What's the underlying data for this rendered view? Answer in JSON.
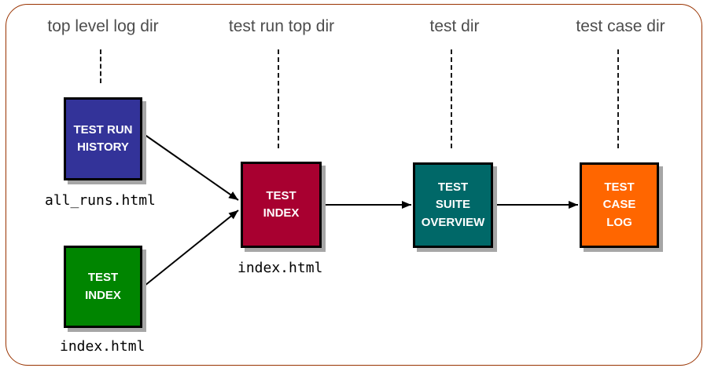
{
  "page": {
    "background_color": "#ffffff",
    "frame_border_color": "#993300",
    "box_shadow_color": "#a6a6a6",
    "arrow_color": "#000000"
  },
  "columns": [
    {
      "label": "top level log dir"
    },
    {
      "label": "test run top dir"
    },
    {
      "label": "test dir"
    },
    {
      "label": "test case dir"
    }
  ],
  "nodes": {
    "test_run_history": {
      "label": "TEST RUN\nHISTORY",
      "color": "#333399",
      "file": "all_runs.html"
    },
    "test_index_top": {
      "label": "TEST\nINDEX",
      "color": "#008500",
      "file": "index.html"
    },
    "test_index_run": {
      "label": "TEST\nINDEX",
      "color": "#A80030",
      "file": "index.html"
    },
    "test_suite_overview": {
      "label": "TEST\nSUITE\nOVERVIEW",
      "color": "#006868"
    },
    "test_case_log": {
      "label": "TEST\nCASE\nLOG",
      "color": "#FF6600"
    }
  },
  "edges": [
    {
      "from": "test_run_history",
      "to": "test_index_run"
    },
    {
      "from": "test_index_top",
      "to": "test_index_run"
    },
    {
      "from": "test_index_run",
      "to": "test_suite_overview"
    },
    {
      "from": "test_suite_overview",
      "to": "test_case_log"
    }
  ]
}
